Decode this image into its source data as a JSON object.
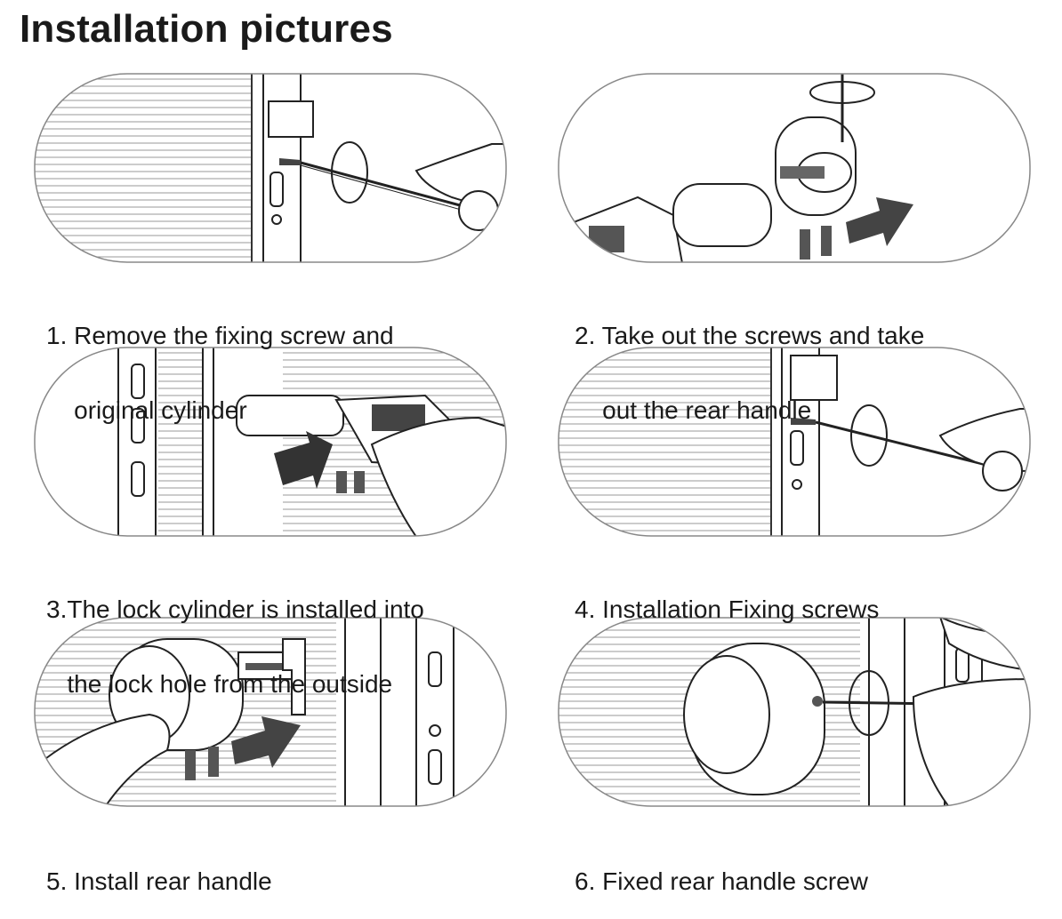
{
  "title": "Installation pictures",
  "steps": [
    {
      "line1": "1. Remove the fixing screw and",
      "line2": "    original cylinder"
    },
    {
      "line1": "2. Take out the screws and take",
      "line2": "    out the rear handle"
    },
    {
      "line1": "3.The lock cylinder is installed into",
      "line2": "   the lock hole from the outside"
    },
    {
      "line1": "4. Installation Fixing screws",
      "line2": ""
    },
    {
      "line1": "5. Install rear handle",
      "line2": ""
    },
    {
      "line1": "6. Fixed rear handle screw",
      "line2": ""
    }
  ]
}
